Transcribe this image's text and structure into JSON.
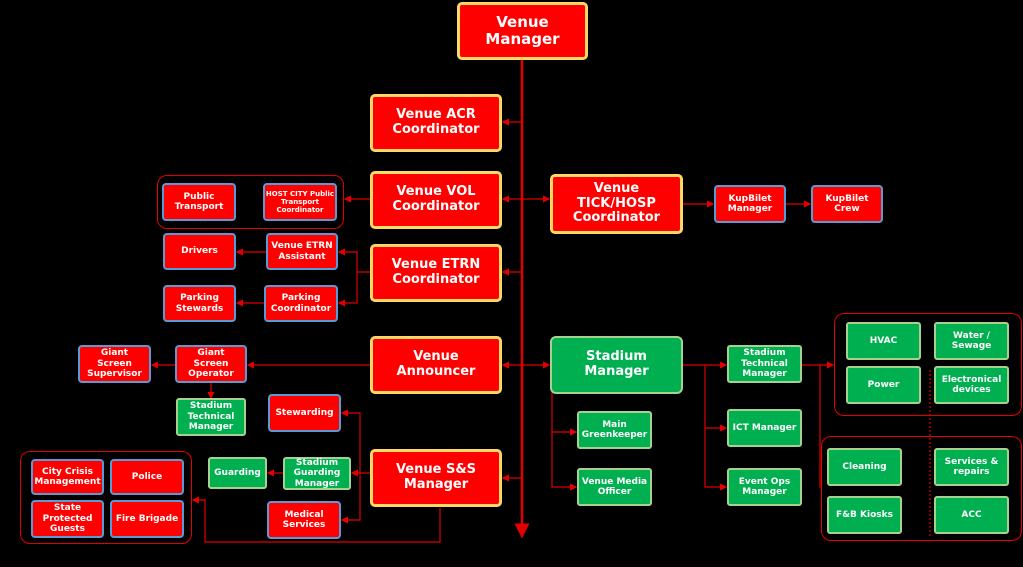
{
  "nodes": {
    "venue_manager": "Venue\nManager",
    "acr": "Venue ACR\nCoordinator",
    "vol": "Venue VOL\nCoordinator",
    "etrn": "Venue ETRN\nCoordinator",
    "announcer": "Venue Announcer",
    "ss": "Venue S&S\nManager",
    "tick": "Venue\nTICK/HOSP\nCoordinator",
    "kupbilet_manager": "KupBilet\nManager",
    "kupbilet_crew": "KupBilet\nCrew",
    "public_transport": "Public\nTransport",
    "host_city": "HOST CITY Public\nTransport\nCoordinator",
    "drivers": "Drivers",
    "etrn_assistant": "Venue ETRN\nAssistant",
    "parking_stewards": "Parking\nStewards",
    "parking_coordinator": "Parking\nCoordinator",
    "giant_supervisor": "Giant\nScreen\nSupervisor",
    "giant_operator": "Giant\nScreen\nOperator",
    "stadium_tech_left": "Stadium\nTechnical\nManager",
    "stewarding": "Stewarding",
    "guarding": "Guarding",
    "guarding_manager": "Stadium\nGuarding\nManager",
    "medical": "Medical\nServices",
    "city_crisis": "City Crisis\nManagement",
    "police": "Police",
    "state_protected": "State\nProtected\nGuests",
    "fire_brigade": "Fire Brigade",
    "stadium_manager": "Stadium\nManager",
    "stadium_tech_right": "Stadium\nTechnical\nManager",
    "ict": "ICT Manager",
    "event_ops": "Event Ops\nManager",
    "greenkeeper": "Main\nGreenkeeper",
    "media_officer": "Venue Media\nOfficer",
    "hvac": "HVAC",
    "water": "Water /\nSewage",
    "power": "Power",
    "electronical": "Electronical\ndevices",
    "cleaning": "Cleaning",
    "services": "Services &\nrepairs",
    "fb": "F&B Kiosks",
    "acc": "ACC"
  },
  "colors": {
    "primary_red": "#ff0000",
    "green": "#00b050",
    "gold_border": "#ffd966",
    "blue_border": "#5b9bd5",
    "connector": "#e00000"
  }
}
